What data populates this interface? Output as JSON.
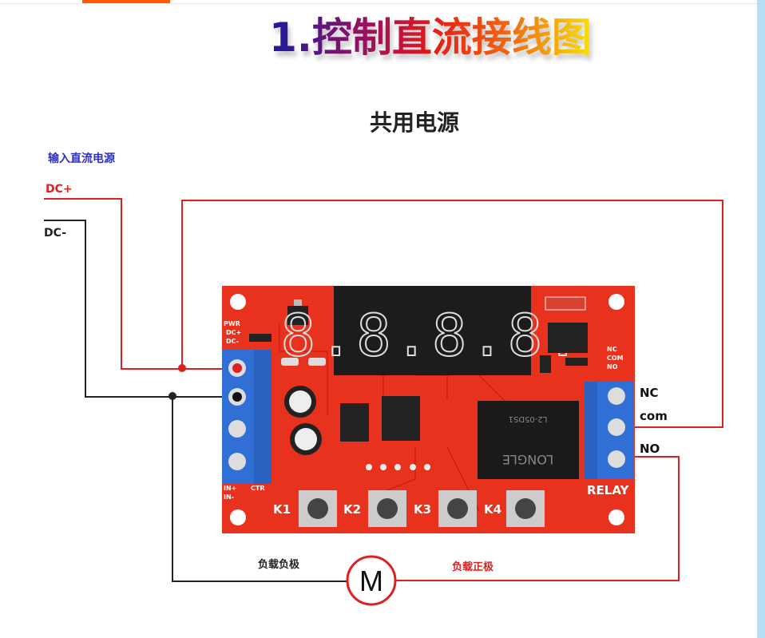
{
  "title": "1.控制直流接线图",
  "subtitle": "共用电源",
  "power_label": "输入直流电源",
  "dc_plus": "DC+",
  "dc_minus": "DC-",
  "relay_terminals": {
    "nc": "NC",
    "com": "com",
    "no": "NO"
  },
  "load_negative": "负载负极",
  "load_positive": "负载正极",
  "motor": "M",
  "board": {
    "pwr": "PWR",
    "pwr_dc_plus": "DC+",
    "pwr_dc_minus": "DC-",
    "in_plus": "IN+",
    "in_minus": "IN-",
    "ctr": "CTR",
    "relay_label": "RELAY",
    "relay_nc": "NC",
    "relay_com": "COM",
    "relay_no": "NO",
    "relay_brand": "LONGLE",
    "relay_model": "L2-05DS1",
    "display": "8.8.8.8.",
    "buttons": [
      "K1",
      "K2",
      "K3",
      "K4"
    ]
  },
  "colors": {
    "board": "#e8321e",
    "terminal": "#2f6fd6",
    "wire_red": "#e02020",
    "wire_black": "#222222",
    "title_start": "#1a1aa0",
    "title_end": "#f5e000"
  }
}
